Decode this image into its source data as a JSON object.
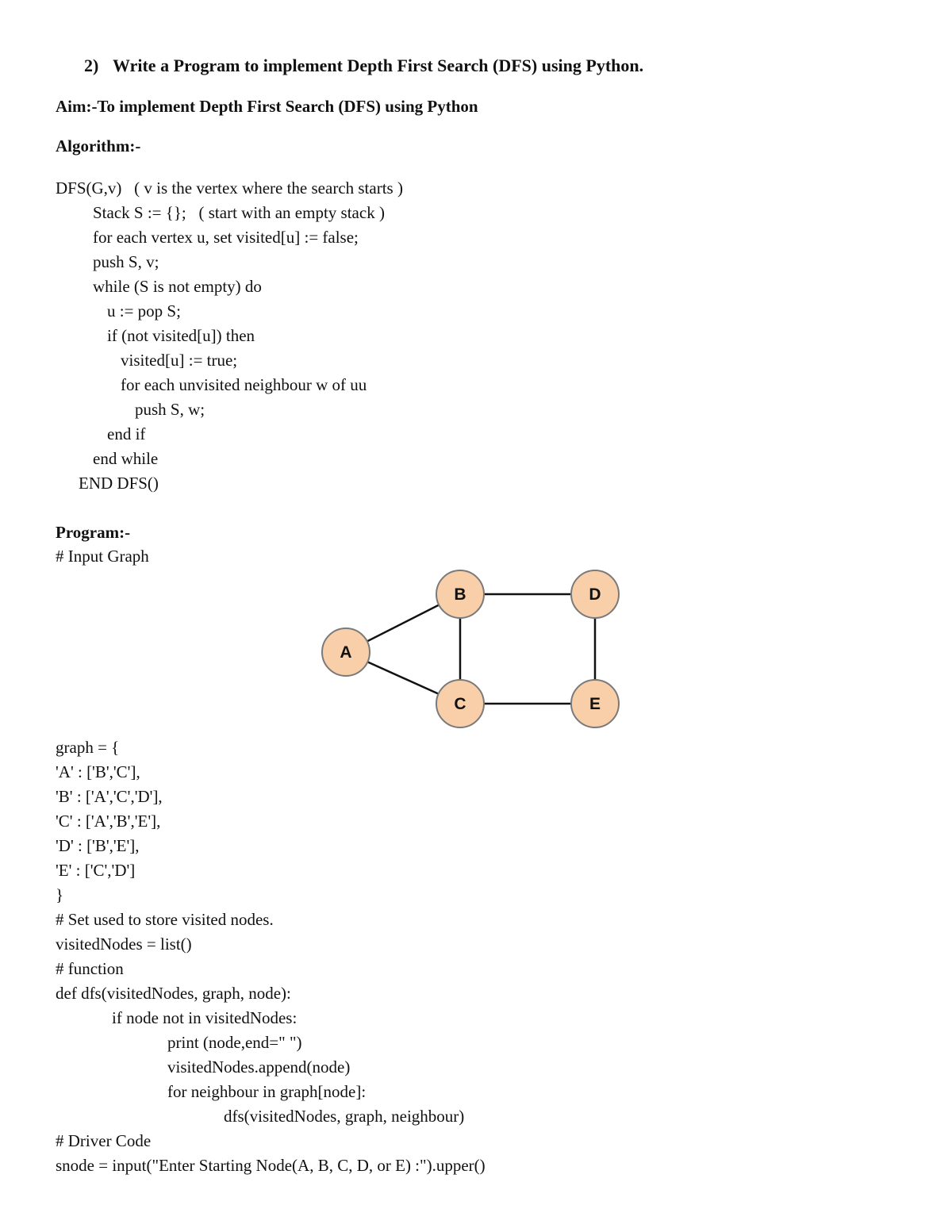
{
  "heading": {
    "number": "2)",
    "text": "Write a Program to implement Depth First Search (DFS) using Python."
  },
  "aim": "Aim:-To implement Depth First Search (DFS) using Python",
  "algorithm_label": "Algorithm:-",
  "algorithm_lines": [
    {
      "indent": 0,
      "text": "DFS(G,v)   ( v is the vertex where the search starts )"
    },
    {
      "indent": 47,
      "text": "Stack S := {};   ( start with an empty stack )"
    },
    {
      "indent": 47,
      "text": "for each vertex u, set visited[u] := false;"
    },
    {
      "indent": 47,
      "text": "push S, v;"
    },
    {
      "indent": 47,
      "text": "while (S is not empty) do"
    },
    {
      "indent": 65,
      "text": "u := pop S;"
    },
    {
      "indent": 65,
      "text": "if (not visited[u]) then"
    },
    {
      "indent": 82,
      "text": "visited[u] := true;"
    },
    {
      "indent": 82,
      "text": "for each unvisited neighbour w of uu"
    },
    {
      "indent": 100,
      "text": "push S, w;"
    },
    {
      "indent": 65,
      "text": "end if"
    },
    {
      "indent": 47,
      "text": "end while"
    },
    {
      "indent": 29,
      "text": "END DFS()"
    }
  ],
  "program_label": "Program:-",
  "input_graph_comment": "# Input Graph",
  "graph_diagram": {
    "node_fill": "#F8CFA8",
    "node_stroke": "#7a7a7a",
    "nodes": [
      {
        "id": "A",
        "label": "A"
      },
      {
        "id": "B",
        "label": "B"
      },
      {
        "id": "C",
        "label": "C"
      },
      {
        "id": "D",
        "label": "D"
      },
      {
        "id": "E",
        "label": "E"
      }
    ],
    "edges": [
      [
        "A",
        "B"
      ],
      [
        "A",
        "C"
      ],
      [
        "B",
        "C"
      ],
      [
        "B",
        "D"
      ],
      [
        "C",
        "E"
      ],
      [
        "D",
        "E"
      ]
    ]
  },
  "code_lines": [
    {
      "indent": 0,
      "text": "graph = {"
    },
    {
      "indent": 0,
      "text": "'A' : ['B','C'],"
    },
    {
      "indent": 0,
      "text": "'B' : ['A','C','D'],"
    },
    {
      "indent": 0,
      "text": "'C' : ['A','B','E'],"
    },
    {
      "indent": 0,
      "text": "'D' : ['B','E'],"
    },
    {
      "indent": 0,
      "text": "'E' : ['C','D']"
    },
    {
      "indent": 0,
      "text": "}"
    },
    {
      "indent": 0,
      "text": "# Set used to store visited nodes."
    },
    {
      "indent": 0,
      "text": "visitedNodes = list()"
    },
    {
      "indent": 0,
      "text": "# function"
    },
    {
      "indent": 0,
      "text": "def dfs(visitedNodes, graph, node):"
    },
    {
      "indent": 71,
      "text": "if node not in visitedNodes:"
    },
    {
      "indent": 141,
      "text": "print (node,end=\" \")"
    },
    {
      "indent": 141,
      "text": "visitedNodes.append(node)"
    },
    {
      "indent": 141,
      "text": "for neighbour in graph[node]:"
    },
    {
      "indent": 212,
      "text": "dfs(visitedNodes, graph, neighbour)"
    },
    {
      "indent": 0,
      "text": "# Driver Code"
    },
    {
      "indent": 0,
      "text": "snode = input(\"Enter Starting Node(A, B, C, D, or E) :\").upper()"
    }
  ]
}
